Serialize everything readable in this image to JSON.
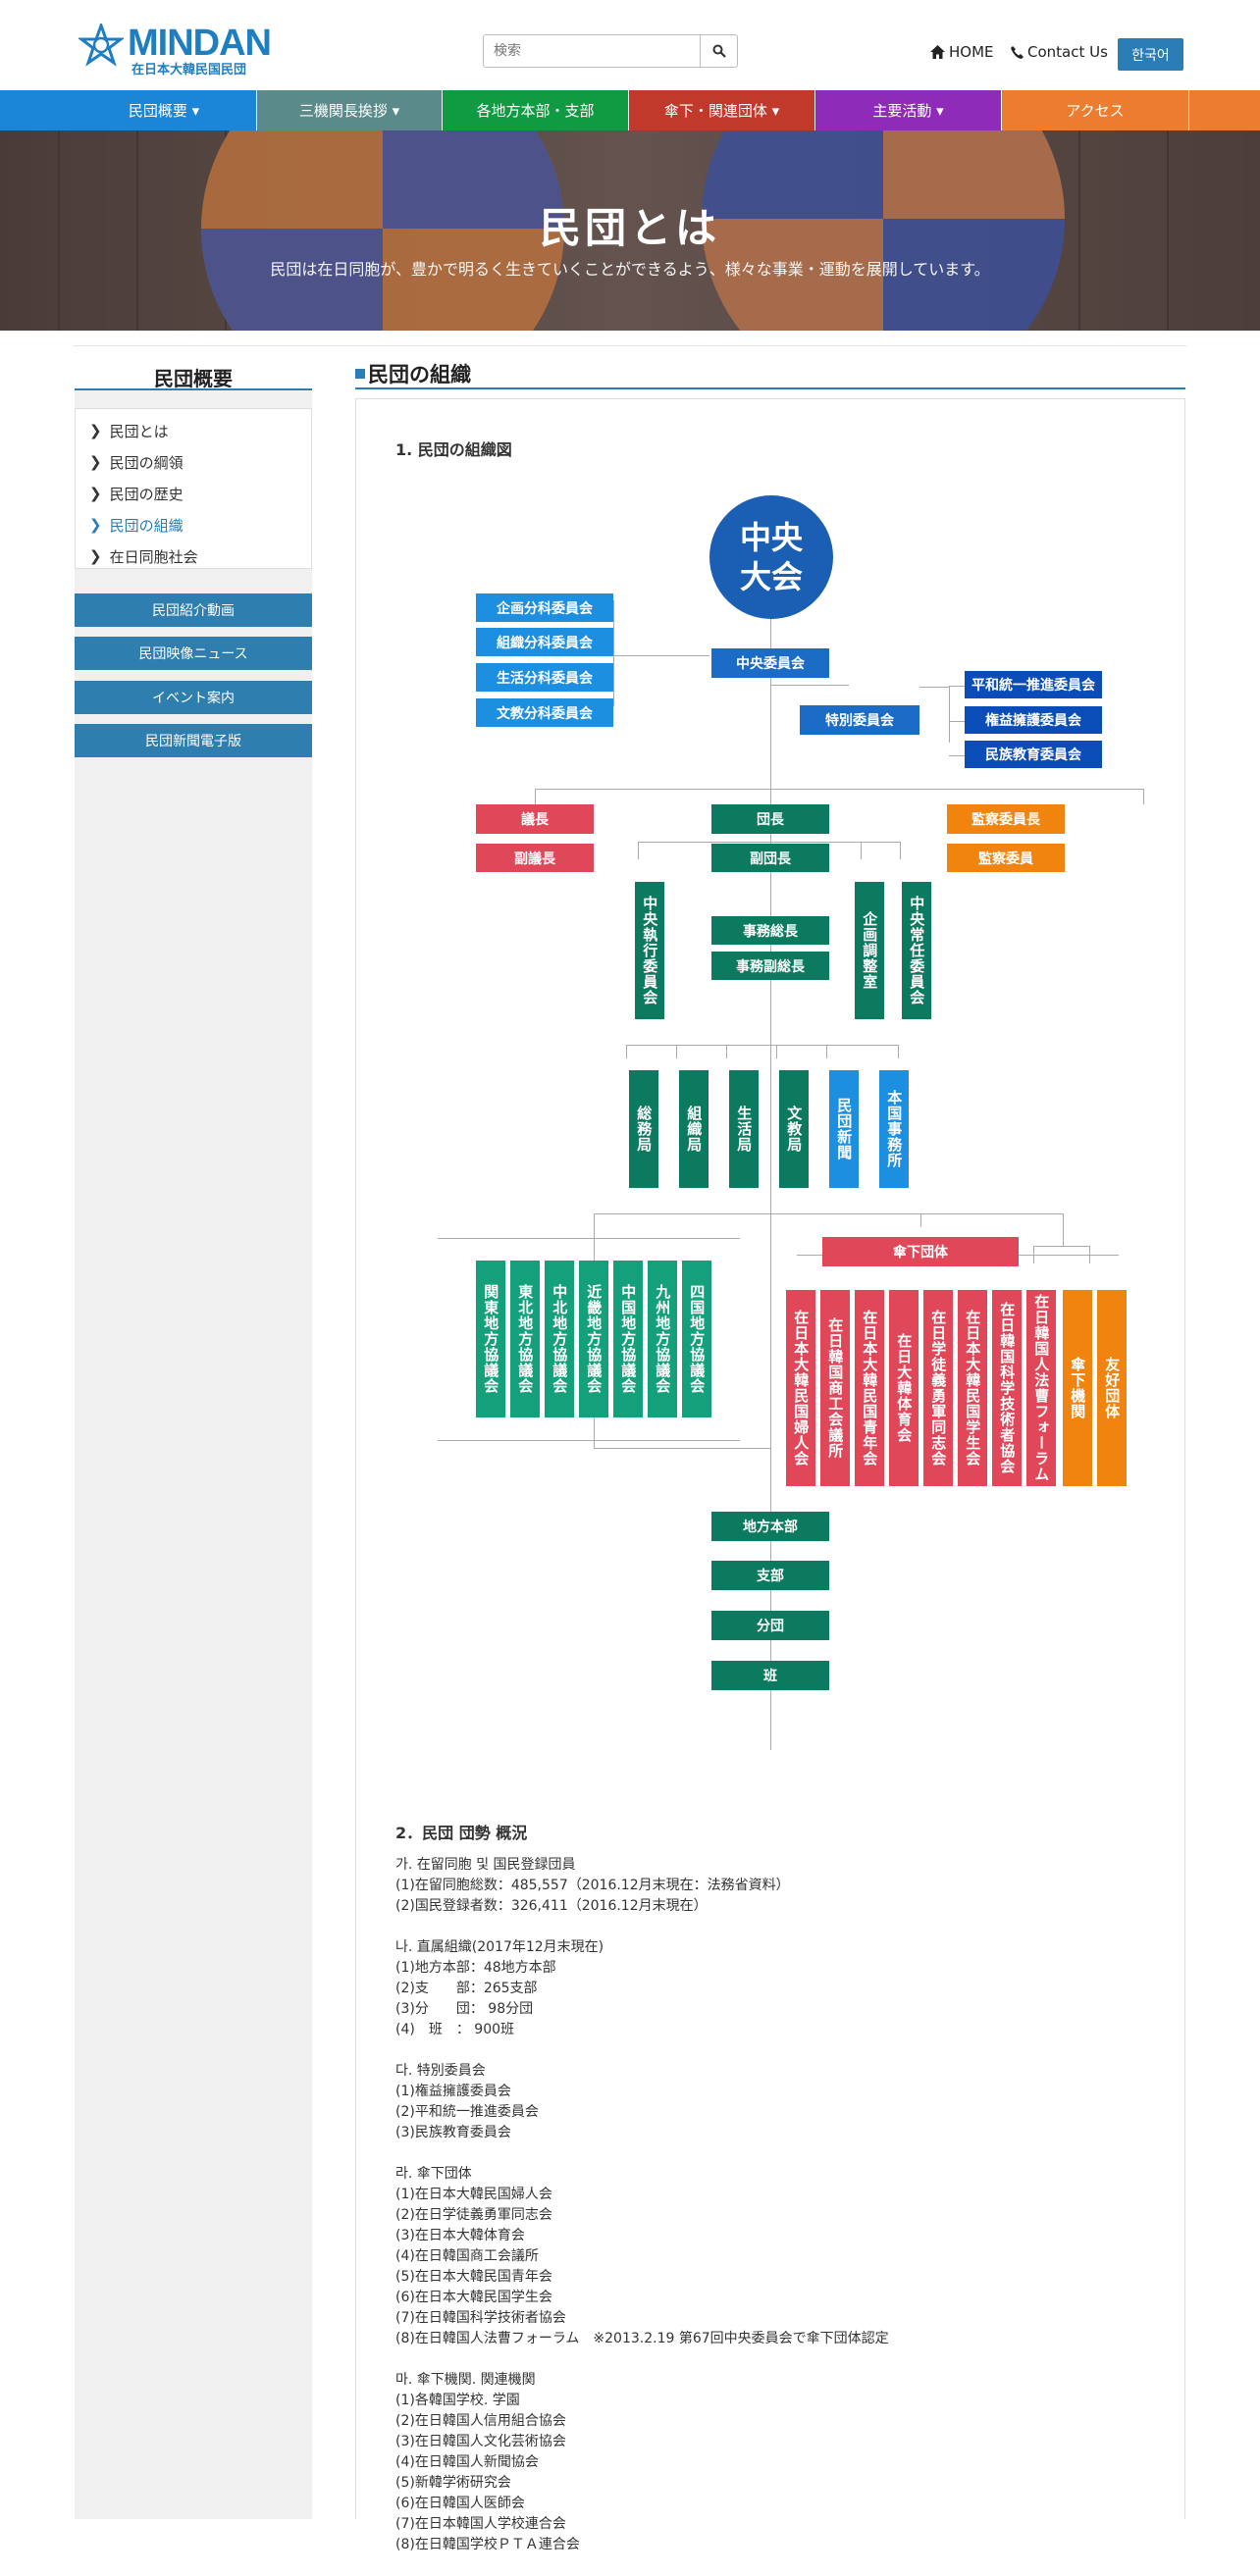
{
  "header": {
    "logo_text": "MINDAN",
    "logo_sub": "在日本大韓民国民団",
    "search_placeholder": "検索",
    "home_label": "HOME",
    "contact_label": "Contact Us",
    "korean_label": "한국어"
  },
  "nav": [
    {
      "label": "民団概要 ▾",
      "color": "#1b86d8"
    },
    {
      "label": "三機関長挨拶 ▾",
      "color": "#5a8a89"
    },
    {
      "label": "各地方本部・支部",
      "color": "#109a42"
    },
    {
      "label": "傘下・関連団体 ▾",
      "color": "#c0392b"
    },
    {
      "label": "主要活動 ▾",
      "color": "#8e2bb8"
    },
    {
      "label": "アクセス",
      "color": "#ec7d2f"
    }
  ],
  "hero": {
    "title": "民団とは",
    "subtitle": "民団は在日同胞が、豊かで明るく生きていくことができるよう、様々な事業・運動を展開しています。"
  },
  "sidebar": {
    "title": "民団概要",
    "items": [
      {
        "label": "民団とは",
        "active": false
      },
      {
        "label": "民団の綱領",
        "active": false
      },
      {
        "label": "民団の歴史",
        "active": false
      },
      {
        "label": "民団の組織",
        "active": true
      },
      {
        "label": "在日同胞社会",
        "active": false
      }
    ],
    "buttons": [
      "民団紹介動画",
      "民団映像ニュース",
      "イベント案内",
      "民団新聞電子版"
    ]
  },
  "main": {
    "heading": "民団の組織",
    "section1": "1. 民団の組織図",
    "section2": "2．民団 団勢 概況"
  },
  "org": {
    "top": "中央\n大会",
    "chuo_iinkai": "中央委員会",
    "left_committees": [
      "企画分科委員会",
      "組織分科委員会",
      "生活分科委員会",
      "文教分科委員会"
    ],
    "tokubetsu": "特別委員会",
    "right_committees": [
      "平和統一推進委員会",
      "権益擁護委員会",
      "民族教育委員会"
    ],
    "gicho": "議長",
    "fukugicho": "副議長",
    "kansa": "監察委員長",
    "fukukansa": "監察委員",
    "danchou": "団長",
    "fukudanchou": "副団長",
    "shikkou": "中央執行委員会",
    "jimu": "事務総長",
    "jimufuku": "事務副総長",
    "kikaku": "企画調整室",
    "jonin": "中央常任委員会",
    "bureaus": [
      "総務局",
      "組織局",
      "生活局",
      "文教局",
      "民団新聞",
      "本国事務所"
    ],
    "councils": [
      "関東地方協議会",
      "東北地方協議会",
      "中北地方協議会",
      "近畿地方協議会",
      "中国地方協議会",
      "九州地方協議会",
      "四国地方協議会"
    ],
    "sanka": "傘下団体",
    "sanka_orgs": [
      "在日本大韓民国婦人会",
      "在日韓国商工会議所",
      "在日本大韓民国青年会",
      "在日大韓体育会",
      "在日学徒義勇軍同志会",
      "在日本大韓民国学生会",
      "在日韓国科学技術者協会",
      "在日韓国人法曹フォーラム"
    ],
    "other_orgs": [
      "傘下機関",
      "友好団体"
    ],
    "chain": [
      "地方本部",
      "支部",
      "分団",
      "班"
    ]
  },
  "stats": [
    [
      "가. 在留同胞 및 国民登録団員",
      "(1)在留同胞総数：485,557（2016.12月末現在：法務省資料）",
      "(2)国民登録者数：326,411（2016.12月末現在）"
    ],
    [
      "나. 直属組織(2017年12月末現在)",
      "(1)地方本部：48地方本部",
      "(2)支　　部：265支部",
      "(3)分　　団： 98分団",
      "(4)　班　：  900班"
    ],
    [
      "다. 特別委員会",
      "(1)権益擁護委員会",
      "(2)平和統一推進委員会",
      "(3)民族教育委員会"
    ],
    [
      "라. 傘下団体",
      "(1)在日本大韓民国婦人会",
      "(2)在日学徒義勇軍同志会",
      "(3)在日本大韓体育会",
      "(4)在日韓国商工会議所",
      "(5)在日本大韓民国青年会",
      "(6)在日本大韓民国学生会",
      "(7)在日韓国科学技術者協会",
      "(8)在日韓国人法曹フォーラム　※2013.2.19 第67回中央委員会で傘下団体認定"
    ],
    [
      "마. 傘下機関. 関連機関",
      "(1)各韓国学校. 学園",
      "(2)在日韓国人信用組合協会",
      "(3)在日韓国人文化芸術協会",
      "(4)在日韓国人新聞協会",
      "(5)新韓学術研究会",
      "(6)在日韓国人医師会",
      "(7)在日本韓国人学校連合会",
      "(8)在日韓国学校ＰＴＡ連合会"
    ]
  ],
  "colors": {
    "blue": "#1a5fb4",
    "lightblue": "#1d8fe0",
    "darkblue": "#0a4db8",
    "teal": "#0b7a5f",
    "red": "#e0485a",
    "orange": "#f0840f",
    "accent": "#2a7db5"
  }
}
